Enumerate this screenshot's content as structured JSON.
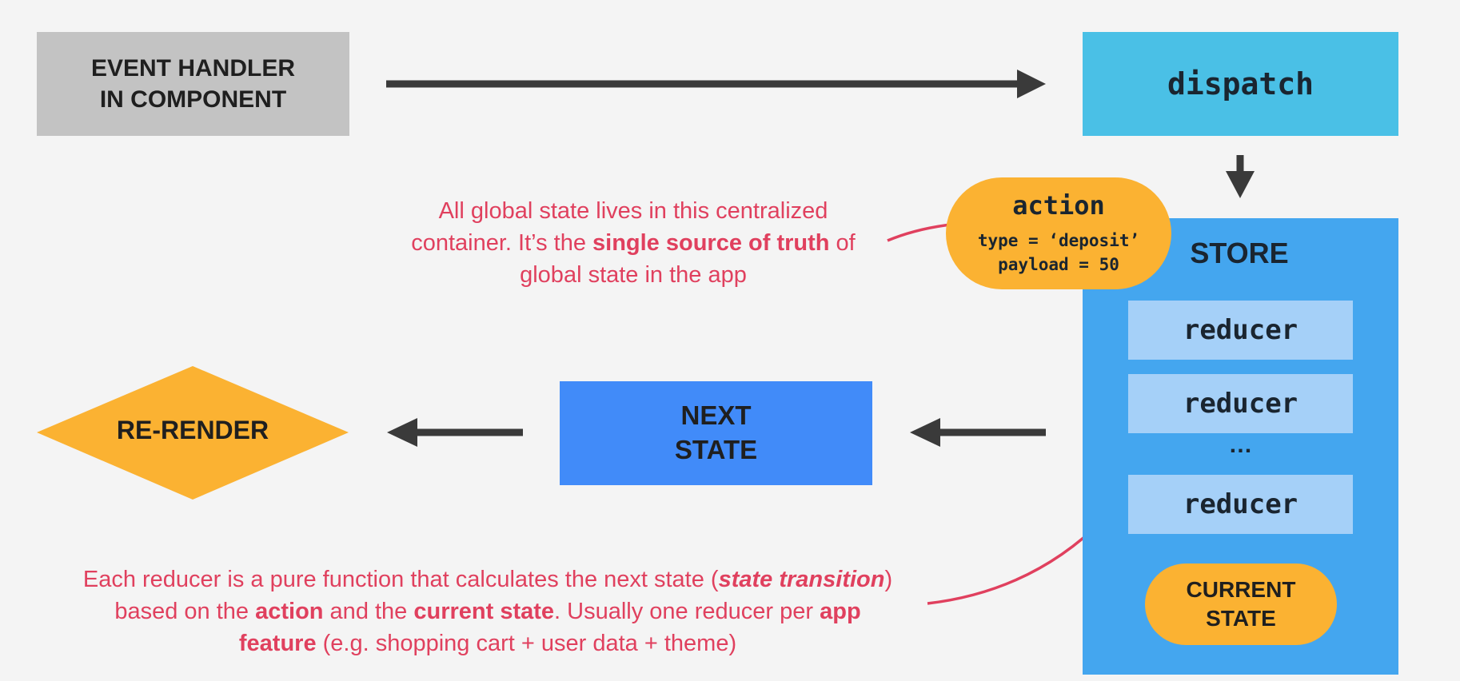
{
  "event_handler": {
    "line1": "EVENT HANDLER",
    "line2": "IN COMPONENT"
  },
  "dispatch": {
    "label": "dispatch"
  },
  "action": {
    "title": "action",
    "type_line": "type = ‘deposit’",
    "payload_line": "payload = 50"
  },
  "store": {
    "title": "STORE",
    "reducers": [
      "reducer",
      "reducer",
      "reducer"
    ],
    "ellipsis": "…",
    "current_state": {
      "line1": "CURRENT",
      "line2": "STATE"
    }
  },
  "next_state": {
    "line1": "NEXT",
    "line2": "STATE"
  },
  "rerender": {
    "label": "RE-RENDER"
  },
  "annotations": {
    "store": {
      "p1": "All global state lives in this centralized container. It’s the ",
      "b1": "single source of truth",
      "p2": " of global state in the app"
    },
    "reducer": {
      "p1": "Each reducer is a pure function that calculates the next state (",
      "i1": "state transition",
      "p2": ") based on the ",
      "b1": "action",
      "p3": " and the ",
      "b2": "current state",
      "p4": ". Usually one reducer per ",
      "b3": "app feature",
      "p5": " (e.g. shopping cart + user data + theme)"
    }
  },
  "colors": {
    "background": "#f4f4f4",
    "event_handler": "#c3c3c3",
    "dispatch": "#4ac0e6",
    "store": "#44a6ef",
    "reducer": "#a5d0f8",
    "orange": "#fbb232",
    "next_state": "#418bf9",
    "annotation": "#e0405e",
    "arrow": "#3a3a3a"
  }
}
